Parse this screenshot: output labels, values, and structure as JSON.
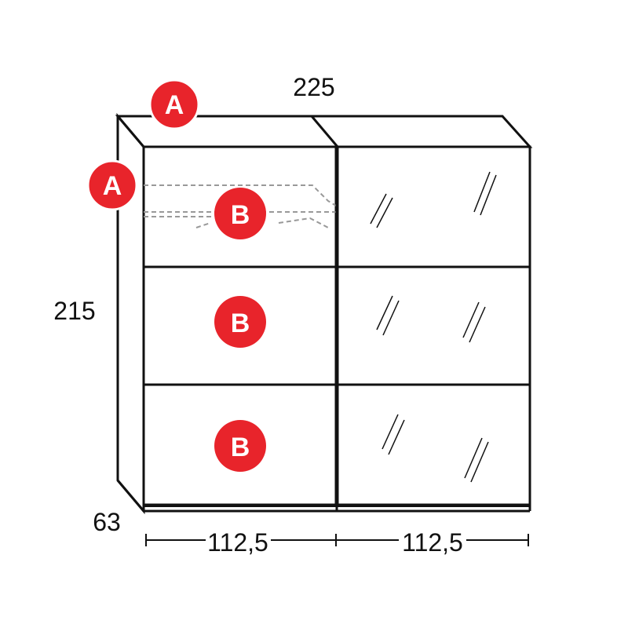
{
  "dimensions": {
    "width_total": "225",
    "height": "215",
    "depth": "63",
    "left_door_width": "112,5",
    "right_door_width": "112,5"
  },
  "markers": {
    "a_top": "A",
    "a_side": "A",
    "b_top": "B",
    "b_middle": "B",
    "b_bottom": "B"
  },
  "colors": {
    "marker_fill": "#e8242b",
    "glass_fill": "#eef5fb",
    "outline": "#111111"
  }
}
